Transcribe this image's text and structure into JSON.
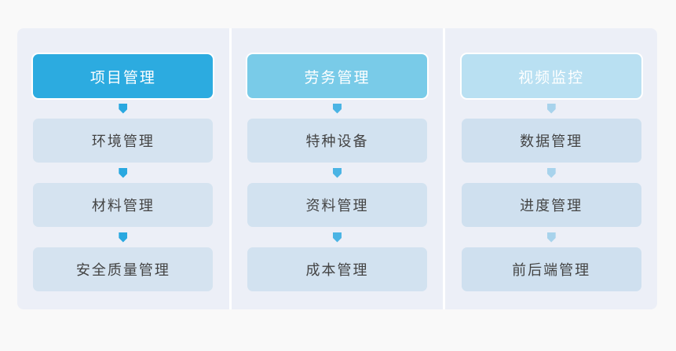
{
  "page": {
    "background_color": "#f9f9f9",
    "panel_background_color": "#eceff7",
    "divider_color": "#ffffff"
  },
  "icons": {
    "connector": "arrow-down-icon"
  },
  "columns": [
    {
      "id": "project-management",
      "accent_color": "#2cabe0",
      "item_color": "#d5e3f0",
      "arrow_color": "#29a8e0",
      "header": {
        "label": "项目管理"
      },
      "items": [
        {
          "label": "环境管理"
        },
        {
          "label": "材料管理"
        },
        {
          "label": "安全质量管理"
        }
      ]
    },
    {
      "id": "labor-management",
      "accent_color": "#79cbe8",
      "item_color": "#d2e2f0",
      "arrow_color": "#4bb4e4",
      "header": {
        "label": "劳务管理"
      },
      "items": [
        {
          "label": "特种设备"
        },
        {
          "label": "资料管理"
        },
        {
          "label": "成本管理"
        }
      ]
    },
    {
      "id": "video-surveillance",
      "accent_color": "#b9e0f2",
      "item_color": "#cfe0ef",
      "arrow_color": "#a8d3ec",
      "header": {
        "label": "视频监控"
      },
      "items": [
        {
          "label": "数据管理"
        },
        {
          "label": "进度管理"
        },
        {
          "label": "前后端管理"
        }
      ]
    }
  ]
}
